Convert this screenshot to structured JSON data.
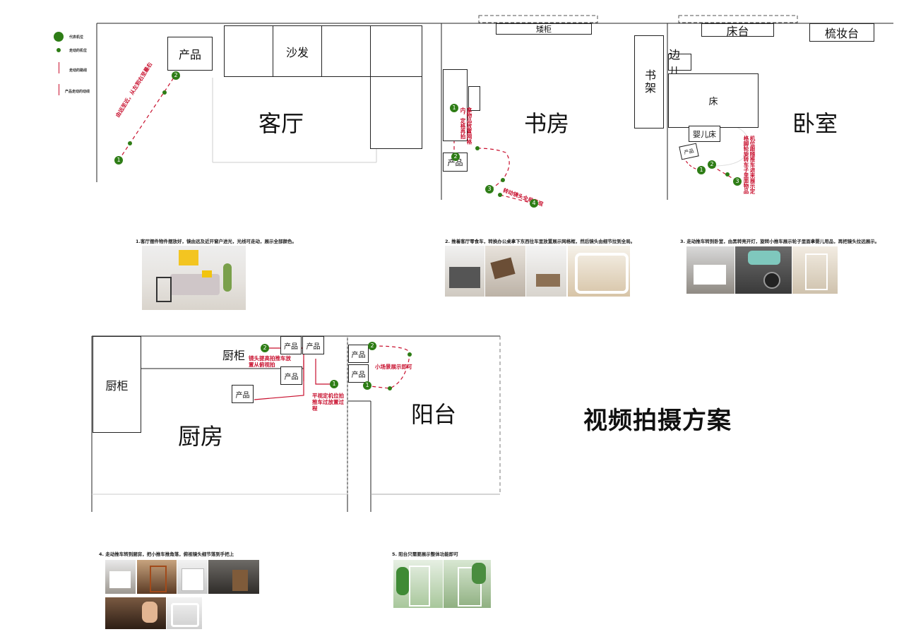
{
  "title": "视频拍摄方案",
  "legend": {
    "items": [
      {
        "label": "代表机位"
      },
      {
        "label": "走动的机位"
      },
      {
        "label": "走动的路线"
      },
      {
        "label": "产品走动的动线"
      }
    ]
  },
  "living_room": {
    "room": "客厅",
    "sofa": "沙发",
    "product": "产品",
    "route_note": "由远至近，从左到右至最右",
    "points": [
      "1",
      "2"
    ]
  },
  "study": {
    "room": "书房",
    "cabinet": "矮柜",
    "shelf": "书架",
    "product": "产品",
    "note1": "拿物品放置网格内，定格再拍",
    "note2": "转动镜头全局呈现",
    "points": [
      "1",
      "2",
      "3",
      "4"
    ]
  },
  "bedroom": {
    "room": "卧室",
    "dresser_platform": "床台",
    "vanity": "梳妆台",
    "side": "边儿",
    "bed": "床",
    "crib": "婴儿床",
    "product": "产品",
    "note": "机位跟随推车进来展示定格脚轮旋转车子里面物品",
    "points": [
      "1",
      "2",
      "3"
    ]
  },
  "kitchen": {
    "room": "厨房",
    "cabinet_left": "厨柜",
    "cabinet_top": "厨柜",
    "products": [
      "产品",
      "产品",
      "产品",
      "产品"
    ],
    "note1": "镜头提高拍推车放置从俯视拍",
    "note2": "平视定机位拍推车过放置过程",
    "points": [
      "1",
      "2"
    ]
  },
  "balcony": {
    "room": "阳台",
    "products": [
      "产品",
      "产品"
    ],
    "note": "小场景展示即可",
    "points": [
      "1",
      "2"
    ]
  },
  "captions": {
    "c1": "1.客厅摆件物件摆放好，镜由远及近开窗户进光，光线可走动，展示全部颜色。",
    "c2": "2. 推着客厅零食车，转换办公桌拿下东西往车里放置展示网格框，然后镜头由细节拉到全局。",
    "c3": "3. 走动推车转到卧室，由黑转亮开灯，旋转小推车展示轮子里面拿婴儿用品，再把镜头拉远展示。",
    "c4": "4. 走动推车转到厨房，把小推车推角落，俯视镜头细节落到手把上",
    "c5": "5. 阳台只需要展示整体功能即可"
  },
  "colors": {
    "green": "#2e7d16",
    "red": "#c8102e",
    "line": "#222222"
  }
}
